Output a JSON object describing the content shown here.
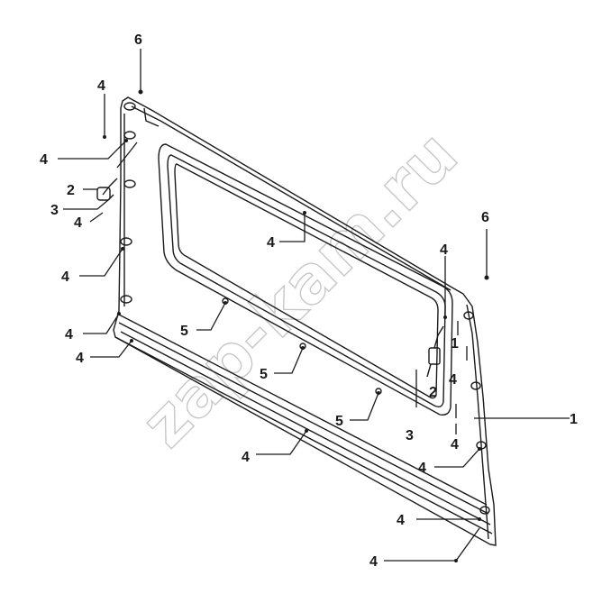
{
  "watermark": "zap-kam.ru",
  "callouts": [
    {
      "id": "c1",
      "text": "6"
    },
    {
      "id": "c2",
      "text": "4"
    },
    {
      "id": "c3",
      "text": "4"
    },
    {
      "id": "c4",
      "text": "2"
    },
    {
      "id": "c5",
      "text": "3"
    },
    {
      "id": "c6",
      "text": "4"
    },
    {
      "id": "c7",
      "text": "4"
    },
    {
      "id": "c8",
      "text": "4"
    },
    {
      "id": "c9",
      "text": "4"
    },
    {
      "id": "c10",
      "text": "4"
    },
    {
      "id": "c11",
      "text": "5"
    },
    {
      "id": "c12",
      "text": "5"
    },
    {
      "id": "c13",
      "text": "5"
    },
    {
      "id": "c14",
      "text": "4"
    },
    {
      "id": "c15",
      "text": "6"
    },
    {
      "id": "c16",
      "text": "4"
    },
    {
      "id": "c17",
      "text": "1"
    },
    {
      "id": "c18",
      "text": "4"
    },
    {
      "id": "c19",
      "text": "2"
    },
    {
      "id": "c20",
      "text": "3"
    },
    {
      "id": "c21",
      "text": "4"
    },
    {
      "id": "c22",
      "text": "1"
    },
    {
      "id": "c23",
      "text": "4"
    },
    {
      "id": "c24",
      "text": "4"
    },
    {
      "id": "c25",
      "text": "4"
    }
  ]
}
